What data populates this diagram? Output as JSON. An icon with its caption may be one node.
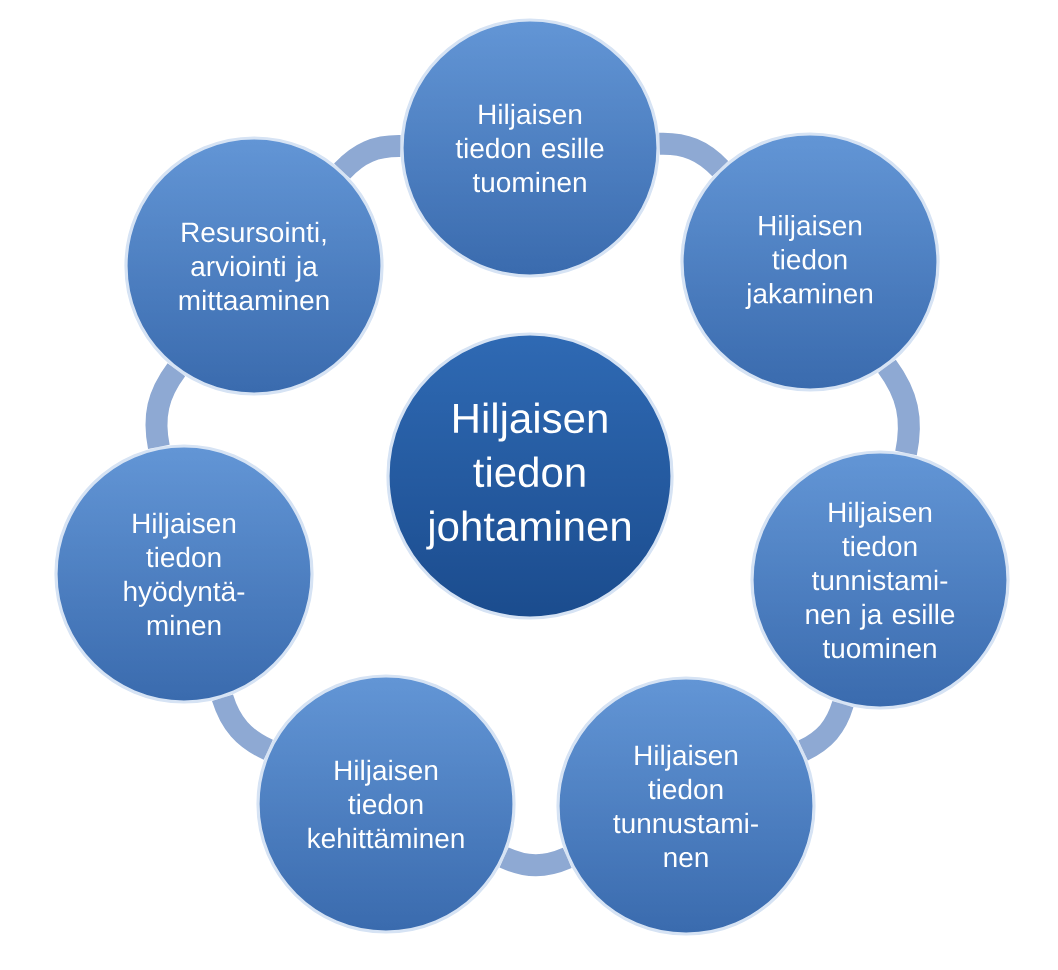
{
  "diagram": {
    "nodes": [
      {
        "text": [
          "Hiljaisen tiedon esille tuominen"
        ]
      },
      {
        "text": [
          "Hiljaisen tiedon jakaminen"
        ]
      },
      {
        "text": [
          "Hiljaisen tiedon tunnistami- nen ja esille tuominen"
        ]
      },
      {
        "text": [
          "Hiljaisen tiedon tunnustami- nen"
        ]
      },
      {
        "text": [
          "Hiljaisen tiedon kehittäminen"
        ]
      },
      {
        "text": [
          "Hiljaisen tiedon hyödyntä- minen"
        ]
      },
      {
        "text": [
          "Resursointi, arviointi ja mittaaminen"
        ]
      },
      {
        "text": [
          "Hiljaisen tiedon johtaminen"
        ]
      }
    ],
    "edges": [
      {
        "from": 0,
        "to": 1,
        "arrow": "none"
      },
      {
        "from": 1,
        "to": 2,
        "arrow": "none"
      },
      {
        "from": 2,
        "to": 3,
        "arrow": "none"
      },
      {
        "from": 3,
        "to": 4,
        "arrow": "none"
      },
      {
        "from": 4,
        "to": 5,
        "arrow": "none"
      },
      {
        "from": 5,
        "to": 6,
        "arrow": "none"
      },
      {
        "from": 6,
        "to": 0,
        "arrow": "none"
      }
    ]
  }
}
